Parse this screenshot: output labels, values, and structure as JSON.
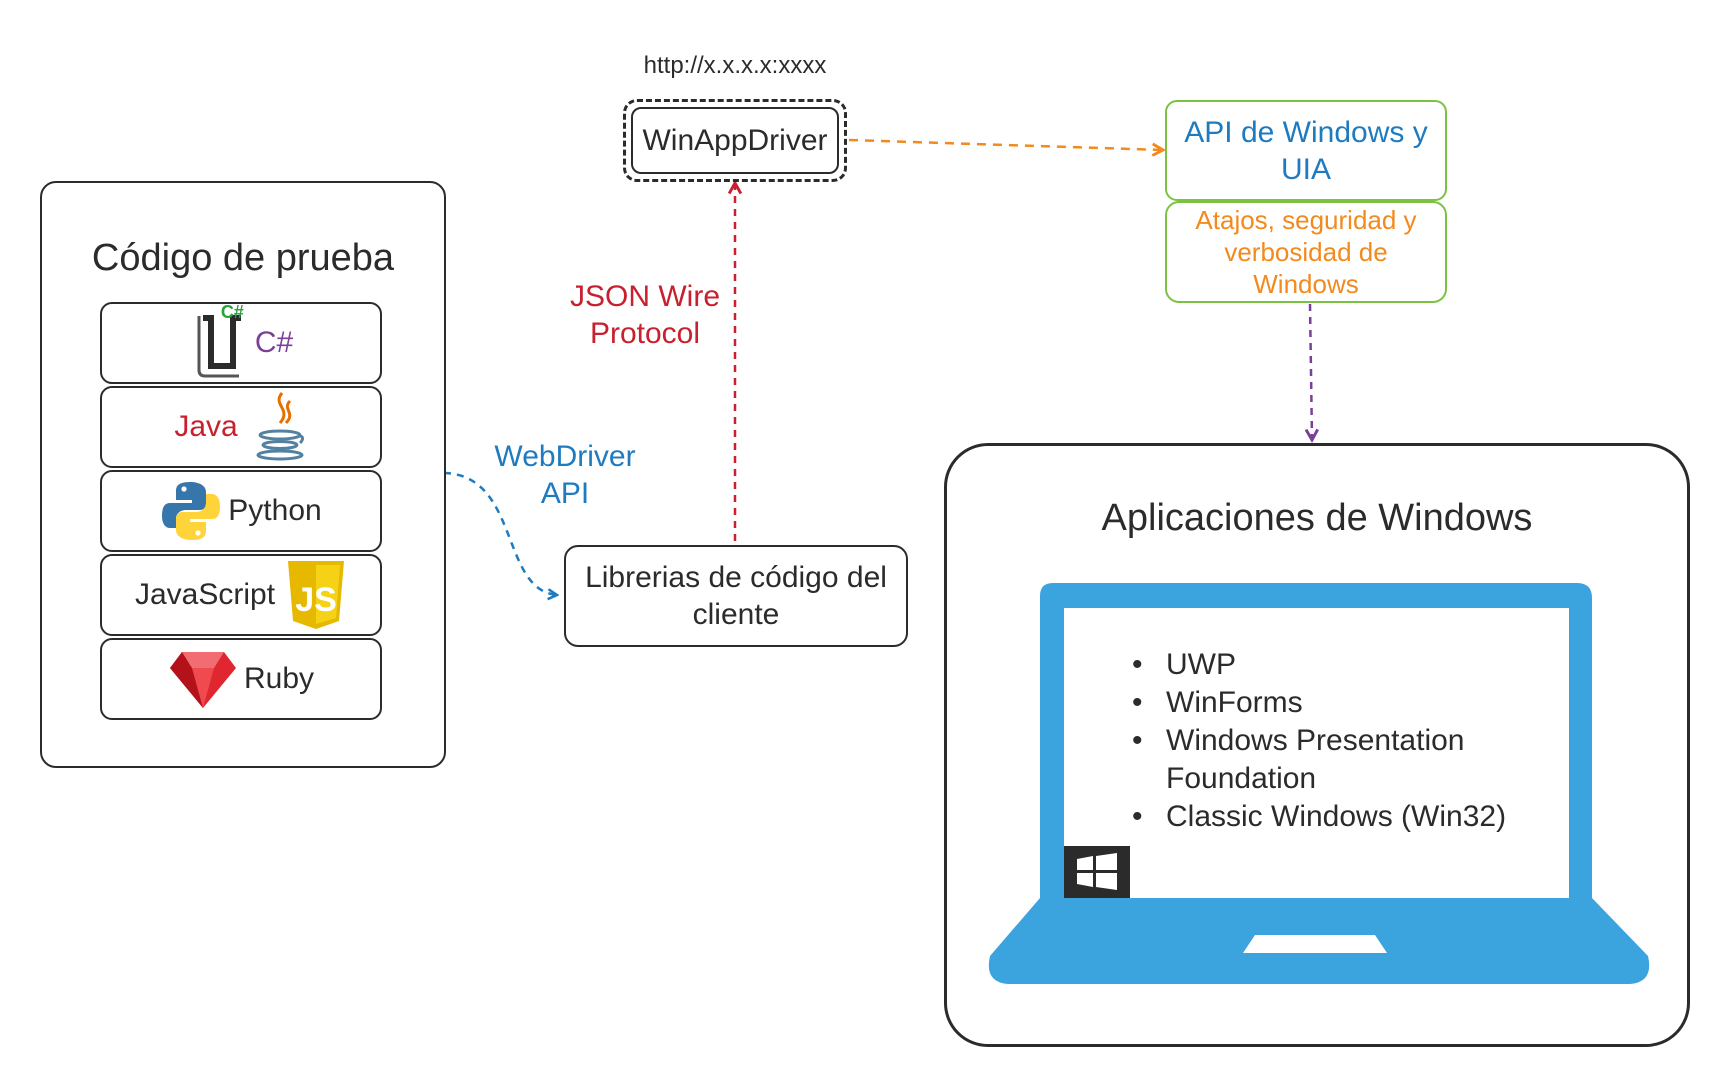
{
  "test_code": {
    "title": "Código de prueba",
    "languages": [
      {
        "label": "C#",
        "icon": "csharp-icon",
        "color": "#7b3f98",
        "badge": "C#"
      },
      {
        "label": "Java",
        "icon": "java-icon",
        "color": "#c8202f"
      },
      {
        "label": "Python",
        "icon": "python-icon",
        "color": "#2b2b2b"
      },
      {
        "label": "JavaScript",
        "icon": "javascript-icon",
        "color": "#2b2b2b",
        "badge": "JS"
      },
      {
        "label": "Ruby",
        "icon": "ruby-icon",
        "color": "#2b2b2b"
      }
    ]
  },
  "edges": {
    "webdriver_api": "WebDriver\nAPI",
    "json_wire": "JSON Wire\nProtocol"
  },
  "client_libs": {
    "label": "Librerias de código del cliente"
  },
  "winappdriver": {
    "url": "http://x.x.x.x:xxxx",
    "label": "WinAppDriver"
  },
  "windows_api": {
    "label": "API de Windows y UIA"
  },
  "windows_extras": {
    "label": "Atajos, seguridad y verbosidad de Windows"
  },
  "windows_apps": {
    "title": "Aplicaciones de Windows",
    "items": [
      "UWP",
      "WinForms",
      "Windows Presentation Foundation",
      "Classic Windows (Win32)"
    ]
  },
  "colors": {
    "webdriver": "#1f7bc0",
    "json_wire": "#c8202f",
    "orange": "#f28a1e",
    "green": "#7cc242",
    "purple": "#7b3f98",
    "laptop": "#3ba3dd"
  }
}
